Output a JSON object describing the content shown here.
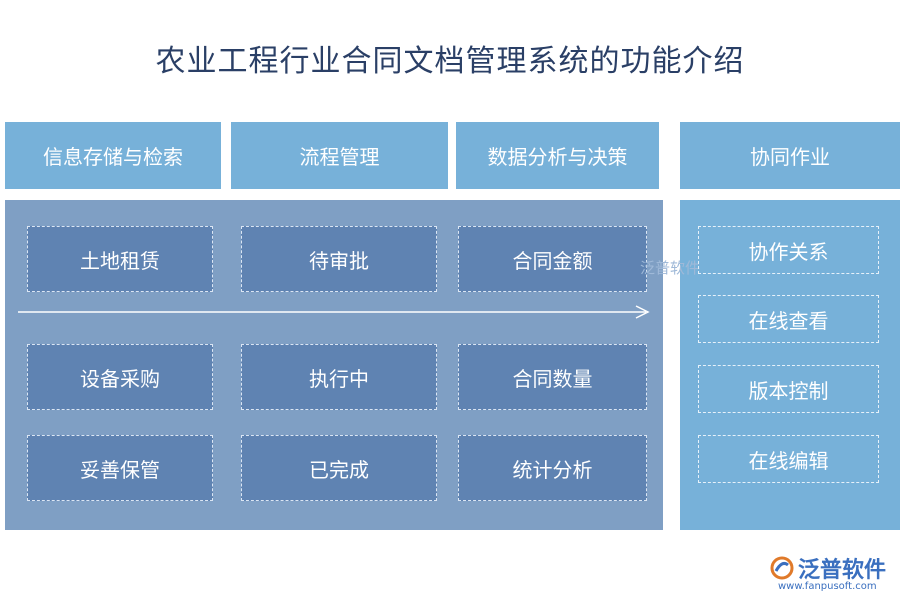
{
  "title": "农业工程行业合同文档管理系统的功能介绍",
  "headers": [
    "信息存储与检索",
    "流程管理",
    "数据分析与决策",
    "协同作业"
  ],
  "grid": {
    "col1": [
      "土地租赁",
      "设备采购",
      "妥善保管"
    ],
    "col2": [
      "待审批",
      "执行中",
      "已完成"
    ],
    "col3": [
      "合同金额",
      "合同数量",
      "统计分析"
    ]
  },
  "right_items": [
    "协作关系",
    "在线查看",
    "版本控制",
    "在线编辑"
  ],
  "watermark": "泛普软件",
  "logo": {
    "name": "泛普软件",
    "url": "www.fanpusoft.com"
  }
}
